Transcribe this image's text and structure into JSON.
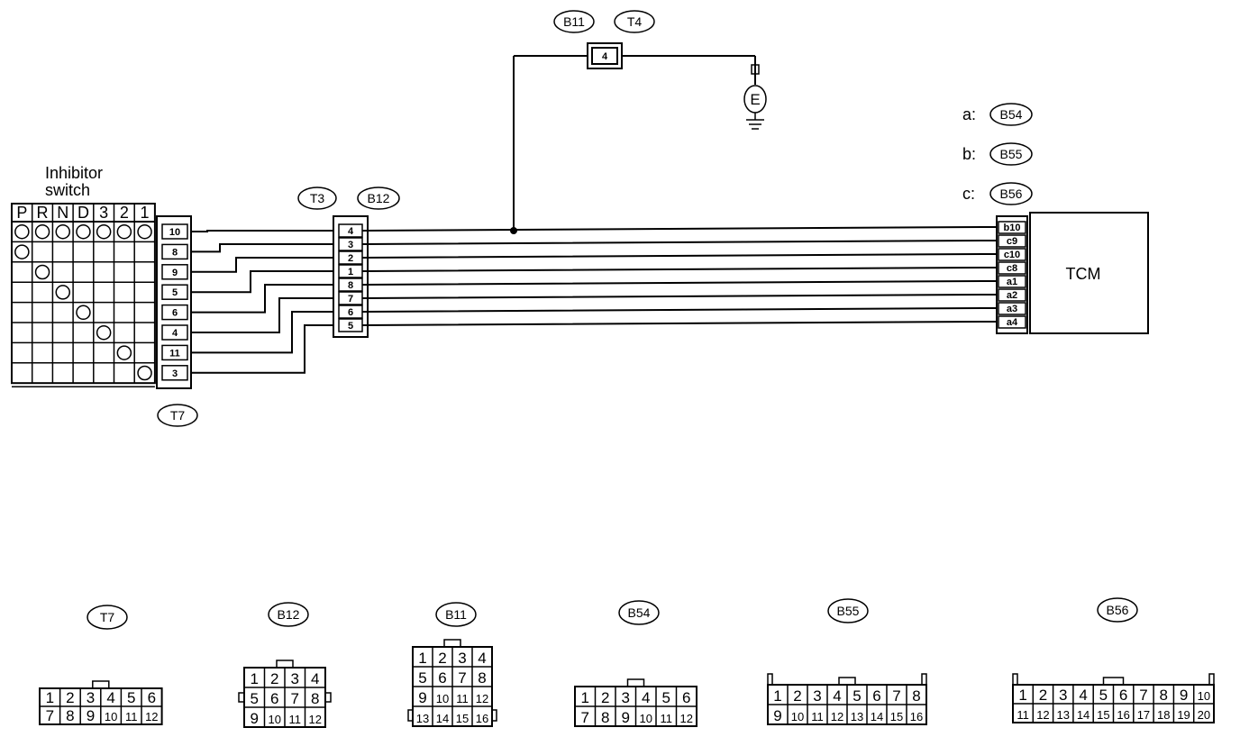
{
  "inhibitor_switch": {
    "label_line1": "Inhibitor",
    "label_line2": "switch",
    "positions": [
      "P",
      "R",
      "N",
      "D",
      "3",
      "2",
      "1"
    ],
    "pins": [
      "10",
      "8",
      "9",
      "5",
      "6",
      "4",
      "11",
      "3"
    ],
    "connector": "T7"
  },
  "junction_connector": {
    "tags": [
      "T3",
      "B12"
    ],
    "pins": [
      "4",
      "3",
      "2",
      "1",
      "8",
      "7",
      "6",
      "5"
    ]
  },
  "ground_connector": {
    "tags": [
      "B11",
      "T4"
    ],
    "pin": "4",
    "ground_label": "E"
  },
  "tcm": {
    "label": "TCM",
    "pins": [
      "b10",
      "c9",
      "c10",
      "c8",
      "a1",
      "a2",
      "a3",
      "a4"
    ],
    "legend": [
      {
        "key": "a:",
        "connector": "B54"
      },
      {
        "key": "b:",
        "connector": "B55"
      },
      {
        "key": "c:",
        "connector": "B56"
      }
    ]
  },
  "connector_views": [
    {
      "name": "T7",
      "rows": [
        [
          "1",
          "2",
          "3",
          "4",
          "5",
          "6"
        ],
        [
          "7",
          "8",
          "9",
          "10",
          "11",
          "12"
        ]
      ]
    },
    {
      "name": "B12",
      "rows": [
        [
          "1",
          "2",
          "3",
          "4"
        ],
        [
          "5",
          "6",
          "7",
          "8"
        ],
        [
          "9",
          "10",
          "11",
          "12"
        ]
      ]
    },
    {
      "name": "B11",
      "rows": [
        [
          "1",
          "2",
          "3",
          "4"
        ],
        [
          "5",
          "6",
          "7",
          "8"
        ],
        [
          "9",
          "10",
          "11",
          "12"
        ],
        [
          "13",
          "14",
          "15",
          "16"
        ]
      ]
    },
    {
      "name": "B54",
      "rows": [
        [
          "1",
          "2",
          "3",
          "4",
          "5",
          "6"
        ],
        [
          "7",
          "8",
          "9",
          "10",
          "11",
          "12"
        ]
      ]
    },
    {
      "name": "B55",
      "rows": [
        [
          "1",
          "2",
          "3",
          "4",
          "5",
          "6",
          "7",
          "8"
        ],
        [
          "9",
          "10",
          "11",
          "12",
          "13",
          "14",
          "15",
          "16"
        ]
      ]
    },
    {
      "name": "B56",
      "rows": [
        [
          "1",
          "2",
          "3",
          "4",
          "5",
          "6",
          "7",
          "8",
          "9",
          "10"
        ],
        [
          "11",
          "12",
          "13",
          "14",
          "15",
          "16",
          "17",
          "18",
          "19",
          "20"
        ]
      ]
    }
  ]
}
